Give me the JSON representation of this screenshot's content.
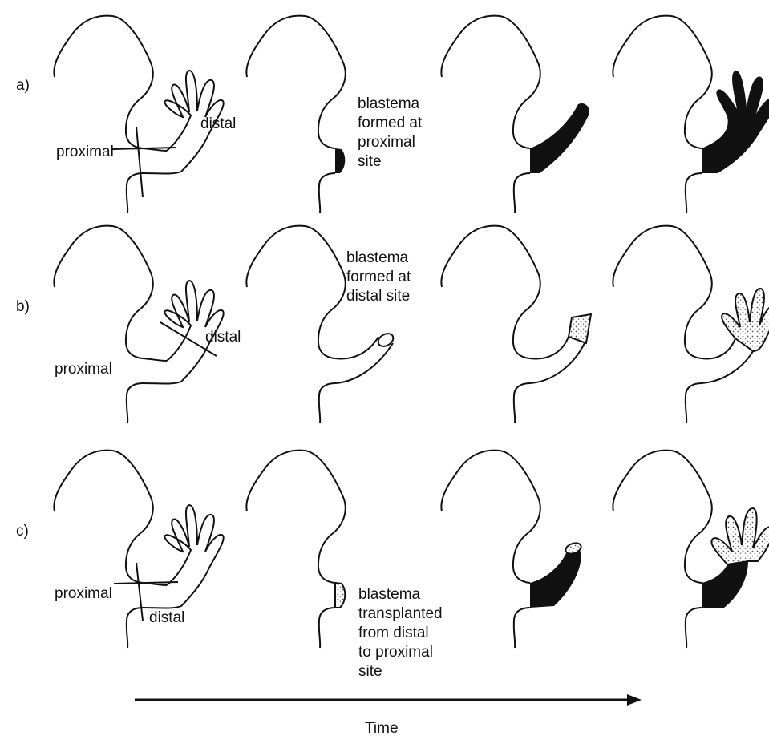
{
  "rows": [
    {
      "id": "a",
      "label": "a)",
      "proximal_label": "proximal",
      "distal_label": "distal",
      "note_lines": [
        "blastema",
        "formed at",
        "proximal",
        "site"
      ]
    },
    {
      "id": "b",
      "label": "b)",
      "proximal_label": "proximal",
      "distal_label": "distal",
      "note_lines": [
        "blastema",
        "formed at",
        "distal site"
      ]
    },
    {
      "id": "c",
      "label": "c)",
      "proximal_label": "proximal",
      "distal_label": "distal",
      "note_lines": [
        "blastema",
        "transplanted",
        "from distal",
        "to proximal",
        "site"
      ]
    }
  ],
  "time_label": "Time",
  "colors": {
    "ink": "#111111",
    "fill_proximal": "#111111",
    "fill_distal": "#bdbdbd",
    "background": "#ffffff"
  }
}
